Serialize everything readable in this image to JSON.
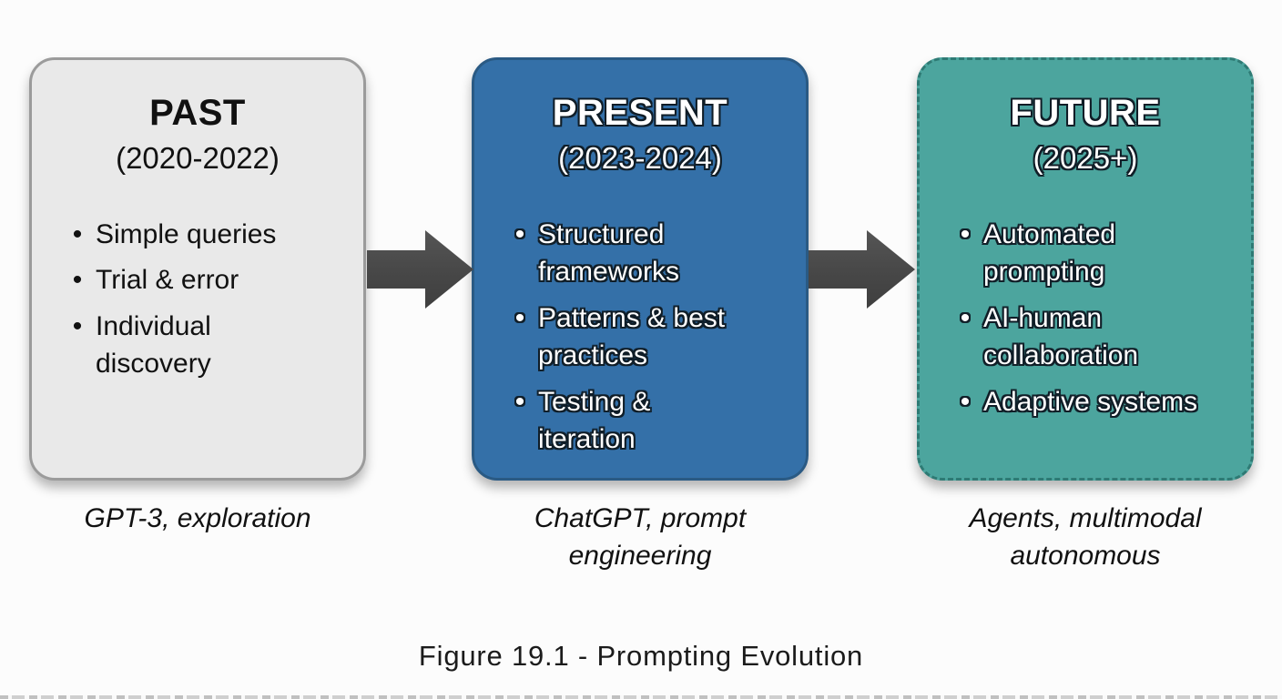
{
  "figure": {
    "caption": "Figure 19.1 - Prompting Evolution"
  },
  "stages": [
    {
      "id": "past",
      "title": "PAST",
      "period": "(2020-2022)",
      "bullets": [
        "Simple queries",
        "Trial & error",
        "Individual discovery"
      ],
      "caption": "GPT-3, exploration",
      "fill": "#e9e9e9",
      "border": "#9b9b9b",
      "border_style": "solid",
      "text_color": "#111111"
    },
    {
      "id": "present",
      "title": "PRESENT",
      "period": "(2023-2024)",
      "bullets": [
        "Structured frameworks",
        "Patterns & best practices",
        "Testing & iteration"
      ],
      "caption": "ChatGPT, prompt engineering",
      "fill": "#3470a8",
      "border": "#2a5a84",
      "border_style": "solid",
      "text_color": "#ffffff"
    },
    {
      "id": "future",
      "title": "FUTURE",
      "period": "(2025+)",
      "bullets": [
        "Automated prompting",
        "AI-human collaboration",
        "Adaptive systems"
      ],
      "caption": "Agents, multimodal autonomous",
      "fill": "#4ca59e",
      "border": "#2e7a74",
      "border_style": "dashed",
      "text_color": "#ffffff"
    }
  ],
  "arrows": [
    {
      "name": "arrow-past-to-present",
      "direction": "right"
    },
    {
      "name": "arrow-present-to-future",
      "direction": "right"
    }
  ],
  "colors": {
    "arrow": "#4a4a4a",
    "background": "#fcfcfc",
    "outline_text": "#101c26",
    "caption_text": "#111111"
  }
}
